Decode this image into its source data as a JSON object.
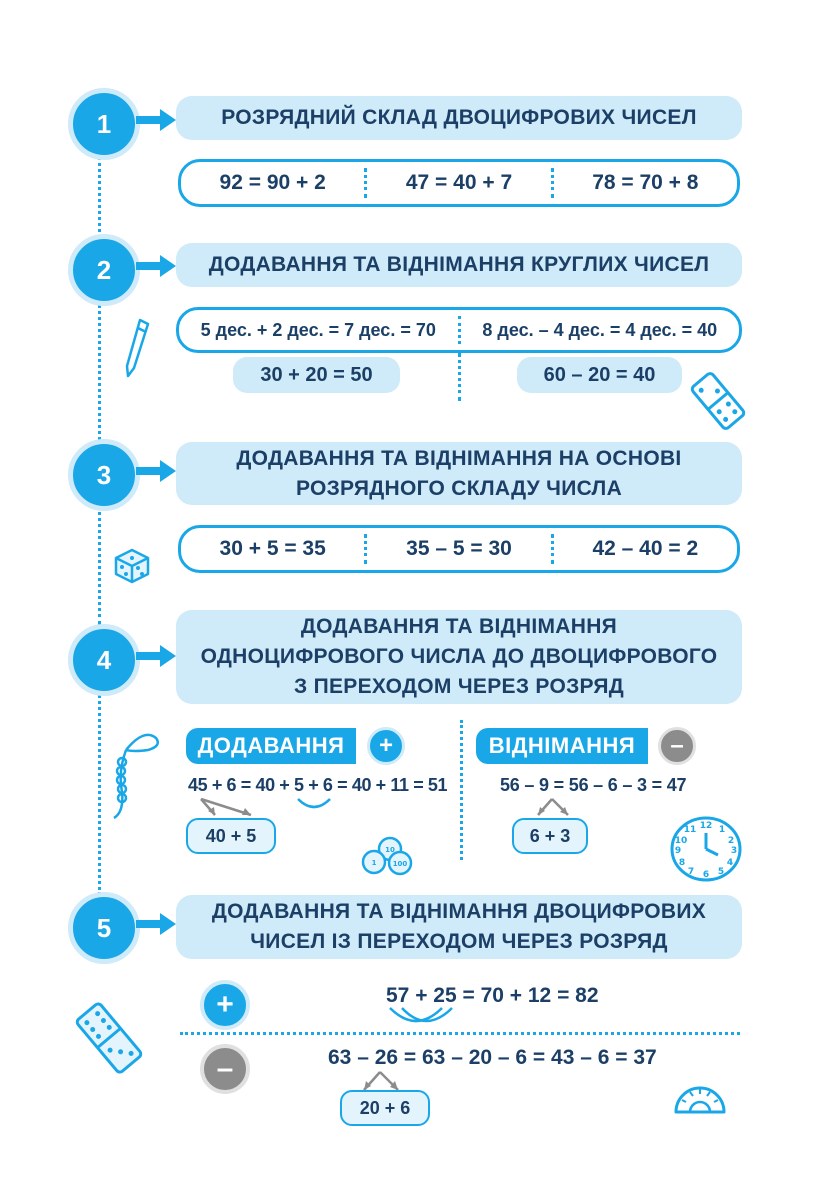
{
  "sections": [
    {
      "number": "1",
      "title": "РОЗРЯДНИЙ СКЛАД ДВОЦИФРОВИХ ЧИСЕЛ",
      "examples": [
        "92 = 90 + 2",
        "47 = 40 + 7",
        "78 = 70 + 8"
      ]
    },
    {
      "number": "2",
      "title": "ДОДАВАННЯ ТА ВІДНІМАННЯ КРУГЛИХ ЧИСЕЛ",
      "left_example": "5 дес. + 2 дес. = 7 дес. = 70",
      "right_example": "8 дес. – 4 дес. = 4 дес. = 40",
      "left_result": "30 + 20 = 50",
      "right_result": "60 – 20 = 40"
    },
    {
      "number": "3",
      "title_line1": "ДОДАВАННЯ ТА ВІДНІМАННЯ НА ОСНОВІ",
      "title_line2": "РОЗРЯДНОГО СКЛАДУ ЧИСЛА",
      "examples": [
        "30 + 5 = 35",
        "35 – 5 = 30",
        "42 – 40 = 2"
      ]
    },
    {
      "number": "4",
      "title_line1": "ДОДАВАННЯ ТА ВІДНІМАННЯ",
      "title_line2": "ОДНОЦИФРОВОГО ЧИСЛА ДО ДВОЦИФРОВОГО",
      "title_line3": "З ПЕРЕХОДОМ ЧЕРЕЗ РОЗРЯД",
      "add_label": "ДОДАВАННЯ",
      "sub_label": "ВІДНІМАННЯ",
      "plus_sign": "+",
      "minus_sign": "–",
      "add_expression": "45 + 6 = 40 + 5 + 6 = 40 + 11 = 51",
      "add_split": "40 + 5",
      "sub_expression": "56 – 9 = 56 – 6 – 3 = 47",
      "sub_split": "6 + 3"
    },
    {
      "number": "5",
      "title_line1": "ДОДАВАННЯ ТА ВІДНІМАННЯ ДВОЦИФРОВИХ",
      "title_line2": "ЧИСЕЛ ІЗ ПЕРЕХОДОМ ЧЕРЕЗ РОЗРЯД",
      "plus_sign": "+",
      "minus_sign": "–",
      "add_expression": "57 + 25 = 70 + 12 = 82",
      "sub_expression": "63 – 26 = 63 – 20 – 6 = 43 – 6 = 37",
      "sub_split": "20 + 6"
    }
  ],
  "colors": {
    "accent": "#1aa7e8",
    "light": "#cfeaf8",
    "text": "#1b3f66",
    "gray": "#8c8c8c"
  },
  "icons": [
    "pen-icon",
    "domino-icon",
    "dice-icon",
    "abacus-string-icon",
    "coins-icon",
    "clock-icon",
    "protractor-icon"
  ]
}
